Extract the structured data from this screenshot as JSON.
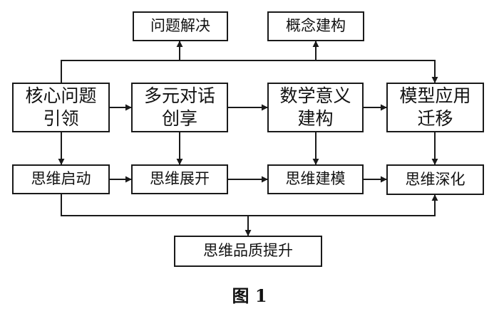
{
  "boxes": {
    "problem_solving": "问题解决",
    "concept_construction": "概念建构",
    "core_question": "核心问题\n引领",
    "collaborative_dialogue": "多元对话\n创享",
    "math_meaning": "数学意义\n建构",
    "model_transfer": "模型应用\n迁移",
    "thinking_start": "思维启动",
    "thinking_expand": "思维展开",
    "thinking_model": "思维建模",
    "thinking_deepen": "思维深化",
    "thinking_quality": "思维品质提升"
  },
  "caption": "图 1",
  "colors": {
    "line": "#1a1a1a",
    "text": "#111111",
    "background": "#ffffff"
  }
}
